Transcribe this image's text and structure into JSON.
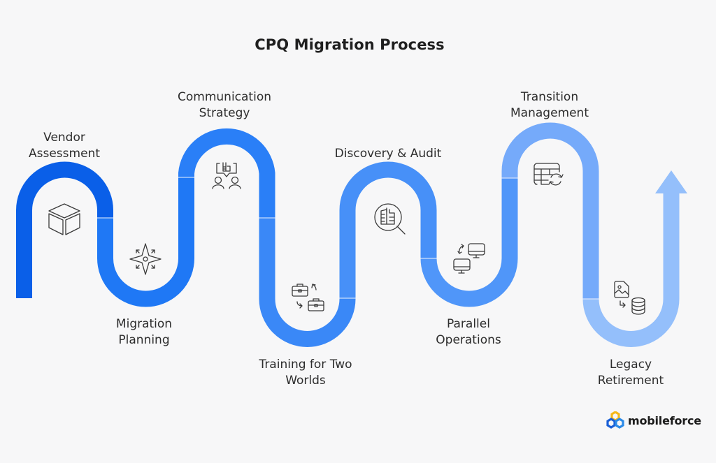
{
  "title": "CPQ Migration Process",
  "steps": [
    {
      "label_line1": "Vendor",
      "label_line2": "Assessment",
      "icon": "cube-icon",
      "color": "#0a5fe8"
    },
    {
      "label_line1": "Migration",
      "label_line2": "Planning",
      "icon": "compass-star-icon",
      "color": "#1f78f5"
    },
    {
      "label_line1": "Communication",
      "label_line2": "Strategy",
      "icon": "people-chat-icon",
      "color": "#2a7ff7"
    },
    {
      "label_line1": "Training for Two",
      "label_line2": "Worlds",
      "icon": "briefcase-swap-icon",
      "color": "#3a88f7"
    },
    {
      "label_line1": "Discovery & Audit",
      "label_line2": "",
      "icon": "search-document-icon",
      "color": "#4790f8"
    },
    {
      "label_line1": "Parallel",
      "label_line2": "Operations",
      "icon": "monitors-sync-icon",
      "color": "#5096f9"
    },
    {
      "label_line1": "Transition",
      "label_line2": "Management",
      "icon": "table-refresh-icon",
      "color": "#75aafa"
    },
    {
      "label_line1": "Legacy",
      "label_line2": "Retirement",
      "icon": "image-to-database-icon",
      "color": "#94bffb"
    }
  ],
  "arrow_color": "#94bffb",
  "logo": {
    "text": "mobileforce",
    "icon": "mobileforce-logo-icon"
  }
}
